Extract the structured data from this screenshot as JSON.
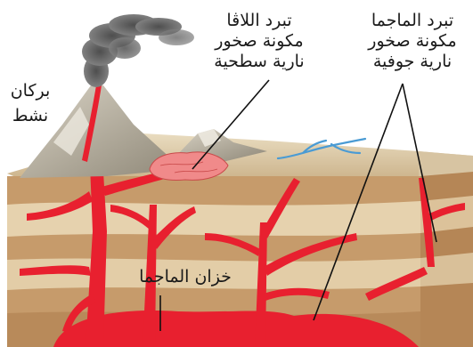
{
  "labels": {
    "active_volcano": [
      "بركان",
      "نشط"
    ],
    "lava_cooling": [
      "تبرد اللاڤا",
      "مكونة صخور",
      "نارية سطحية"
    ],
    "magma_cooling": [
      "تبرد الماجما",
      "مكونة صخور",
      "نارية جوفية"
    ],
    "magma_chamber": "خزان الماجما"
  },
  "colors": {
    "magma": "#e8202f",
    "lava": "#f08a8a",
    "sky_ground": "#d9c7a6",
    "rock_light": "#e3ceab",
    "rock_dark": "#b98a5c",
    "mountain": "#b9b2a2",
    "smoke": "#6d6d6d",
    "river": "#4a9bd4"
  }
}
